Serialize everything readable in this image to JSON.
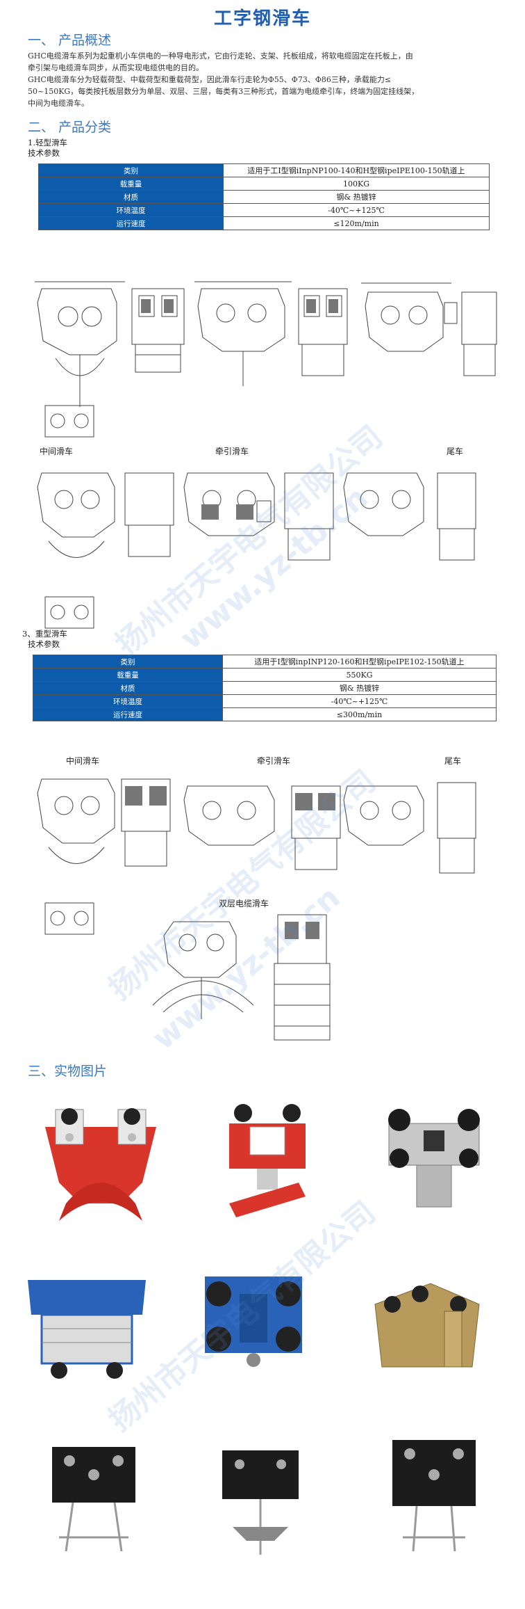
{
  "page": {
    "title": "工字钢滑车",
    "sections": {
      "overview": "一、  产品概述",
      "classification": "二、  产品分类",
      "photos": "三、实物图片"
    },
    "overview_text": [
      "GHC电缆滑车系列为起重机小车供电的一种导电形式，它由行走轮、支架、托板组成，将软电缆固定在托板上，由",
      "牵引架与电缆滑车同步，从而实现电缆供电的目的。",
      "GHC电缆滑车分为轻载荷型、中载荷型和重载荷型，因此滑车行走轮为Φ55、Φ73、Φ86三种，承载能力≤",
      "50~150KG，每类按托板层数分为单层、双层、三层，每类有3三种形式，首端为电缆牵引车，终端为固定挂线架，",
      "中间为电缆滑车。"
    ],
    "light": {
      "heading": "1.轻型滑车",
      "sub": "技术参数",
      "rows": [
        {
          "k": "类别",
          "v": "适用于工I型钢iInpNP100-140和H型钢ipeIPE100-150轨道上"
        },
        {
          "k": "载重量",
          "v": "100KG"
        },
        {
          "k": "材质",
          "v": "钢& 热镀锌"
        },
        {
          "k": "环境温度",
          "v": "-40℃~+125℃"
        },
        {
          "k": "运行速度",
          "v": "≤120m/min"
        }
      ],
      "labels": [
        "中间滑车",
        "牵引滑车",
        "尾车"
      ]
    },
    "heavy": {
      "heading": "3、重型滑车",
      "sub": "技术参数",
      "rows": [
        {
          "k": "类别",
          "v": "适用于I型钢inpINP120-160和H型钢ipeIPE102-150轨道上"
        },
        {
          "k": "载重量",
          "v": "550KG"
        },
        {
          "k": "材质",
          "v": "钢& 热镀锌"
        },
        {
          "k": "环境温度",
          "v": "-40℃~+125℃"
        },
        {
          "k": "运行速度",
          "v": "≤300m/min"
        }
      ],
      "labels": [
        "中间滑车",
        "牵引滑车",
        "尾车",
        "双层电缆滑车"
      ]
    },
    "watermark": [
      "扬州市天宇电气有限公司",
      "www.yz-tb.cn"
    ],
    "colors": {
      "accent": "#1f5fae",
      "table_header": "#0d5cab",
      "red_trolley": "#d9352a",
      "blue_trolley": "#2a62b8"
    }
  }
}
